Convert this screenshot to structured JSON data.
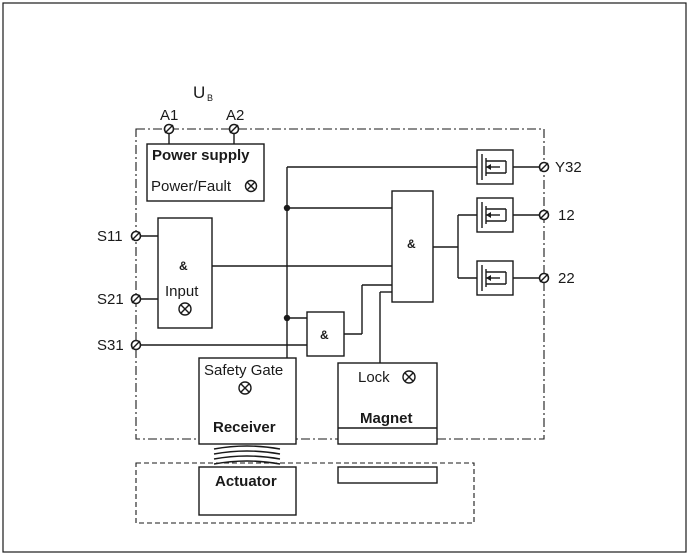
{
  "supply": {
    "main": "U",
    "sub": "B",
    "a1": "A1",
    "a2": "A2"
  },
  "blocks": {
    "power_title": "Power supply",
    "power_fault": "Power/Fault",
    "input_and": "&",
    "input_label": "Input",
    "and_main": "&",
    "and_small": "&",
    "safety_gate": "Safety Gate",
    "receiver": "Receiver",
    "lock": "Lock",
    "magnet": "Magnet",
    "actuator": "Actuator"
  },
  "terminals": {
    "s11": "S11",
    "s21": "S21",
    "s31": "S31",
    "y32": "Y32",
    "t12": "12",
    "t22": "22"
  },
  "icons": {
    "indicator": "lamp-indicator-icon",
    "switch": "transistor-switch-icon",
    "terminal": "screw-terminal-icon"
  }
}
